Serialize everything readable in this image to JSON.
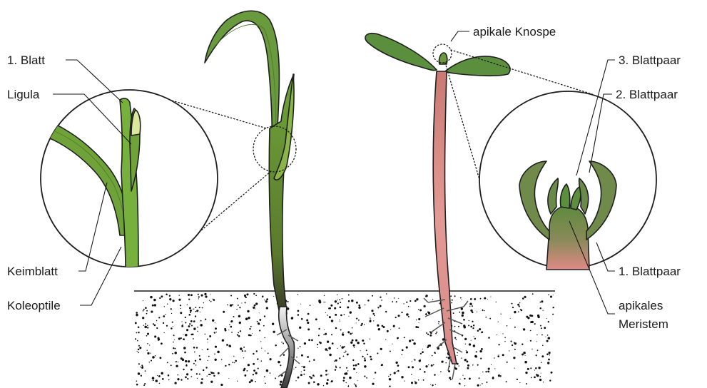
{
  "labels": {
    "blatt1": "1. Blatt",
    "ligula": "Ligula",
    "keimblatt": "Keimblatt",
    "koleoptile": "Koleoptile",
    "apikale_knospe": "apikale Knospe",
    "blattpaar3": "3. Blattpaar",
    "blattpaar2": "2. Blattpaar",
    "blattpaar1": "1. Blattpaar",
    "apikales_meristem_line1": "apikales",
    "apikales_meristem_line2": "Meristem"
  },
  "colors": {
    "monocot_green": "#6fa33a",
    "monocot_dark": "#4f7a2b",
    "leaf_green": "#5b8f3e",
    "ligula_yellow": "#d9e89a",
    "dicot_stem": "#d98a8a",
    "dicot_stem_dark": "#b86a6a",
    "soil_dots": "#111111",
    "line": "#1a1a1a"
  }
}
